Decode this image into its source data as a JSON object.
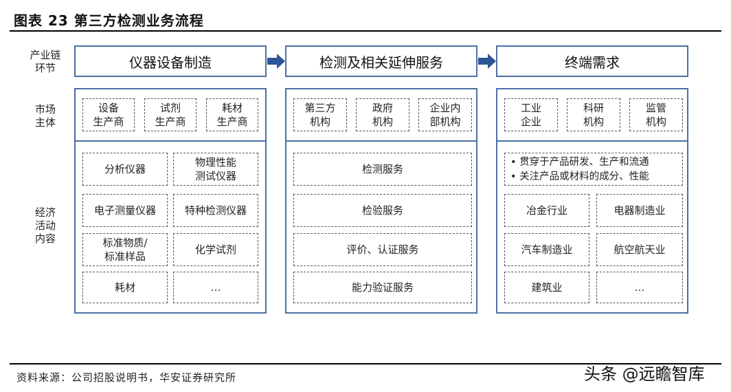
{
  "title": "图表 23 第三方检测业务流程",
  "source": "资料来源：公司招股说明书，华安证券研究所",
  "watermark": "头条 @远瞻智库",
  "row_labels": {
    "chain": [
      "产业链",
      "环节"
    ],
    "market": [
      "市场",
      "主体"
    ],
    "activity": [
      "经济",
      "活动",
      "内容"
    ]
  },
  "colors": {
    "border": "#4a6fa5",
    "arrow": "#2e5596"
  },
  "columns": [
    {
      "header": "仪器设备制造",
      "market": [
        [
          "设备",
          "生产商"
        ],
        [
          "试剂",
          "生产商"
        ],
        [
          "耗材",
          "生产商"
        ]
      ],
      "activities": [
        [
          "分析仪器"
        ],
        [
          "物理性能",
          "测试仪器"
        ],
        [
          "电子测量仪器"
        ],
        [
          "特种检测仪器"
        ],
        [
          "标准物质/",
          "标准样品"
        ],
        [
          "化学试剂"
        ],
        [
          "耗材"
        ],
        [
          "…"
        ]
      ]
    },
    {
      "header": "检测及相关延伸服务",
      "market": [
        [
          "第三方",
          "机构"
        ],
        [
          "政府",
          "机构"
        ],
        [
          "企业内",
          "部机构"
        ]
      ],
      "activities": [
        "检测服务",
        "检验服务",
        "评价、认证服务",
        "能力验证服务"
      ]
    },
    {
      "header": "终端需求",
      "market": [
        [
          "工业",
          "企业"
        ],
        [
          "科研",
          "机构"
        ],
        [
          "监管",
          "机构"
        ]
      ],
      "bullets": [
        "贯穿于产品研发、生产和流通",
        "关注产品或材料的成分、性能"
      ],
      "industries": [
        "冶金行业",
        "电器制造业",
        "汽车制造业",
        "航空航天业",
        "建筑业",
        "…"
      ]
    }
  ]
}
